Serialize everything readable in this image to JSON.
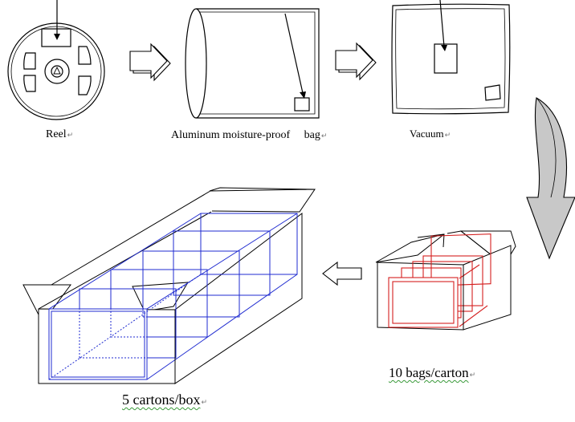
{
  "labels": {
    "reel": "Reel",
    "bag_a": "Aluminum moisture-proof",
    "bag_b": "bag",
    "vacuum": "Vacuum",
    "bags_carton": "10 bags/carton",
    "cartons_box": "5 cartons/box",
    "edit_mark": "↵",
    "edit_mark_alt": "↵"
  },
  "colors": {
    "line": "#000000",
    "inner_carton": "#1f2bd0",
    "bag_outline": "#d42020",
    "curved_arrow_fill": "#c8c8c8",
    "squiggle": "#3a9a3a"
  },
  "counts": {
    "bags_per_carton": 10,
    "cartons_per_box": 5
  }
}
